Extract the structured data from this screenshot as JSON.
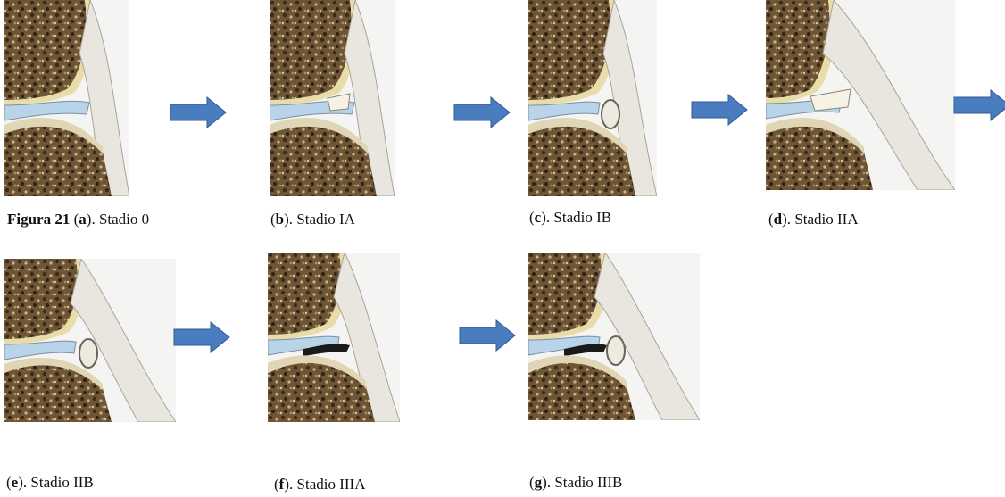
{
  "figure": {
    "number_label": "Figura 21",
    "captions": [
      {
        "letter": "a",
        "text": "Stadio 0"
      },
      {
        "letter": "b",
        "text": "Stadio IA"
      },
      {
        "letter": "c",
        "text": "Stadio IB"
      },
      {
        "letter": "d",
        "text": "Stadio IIA"
      },
      {
        "letter": "e",
        "text": "Stadio IIB"
      },
      {
        "letter": "f",
        "text": "Stadio IIIA"
      },
      {
        "letter": "g",
        "text": "Stadio IIIB"
      }
    ],
    "punct": {
      "open": "(",
      "close": ").",
      "sep": " "
    },
    "arrow_color": "#4a7dc0",
    "panel_count": 7,
    "arrow_count": 6
  }
}
